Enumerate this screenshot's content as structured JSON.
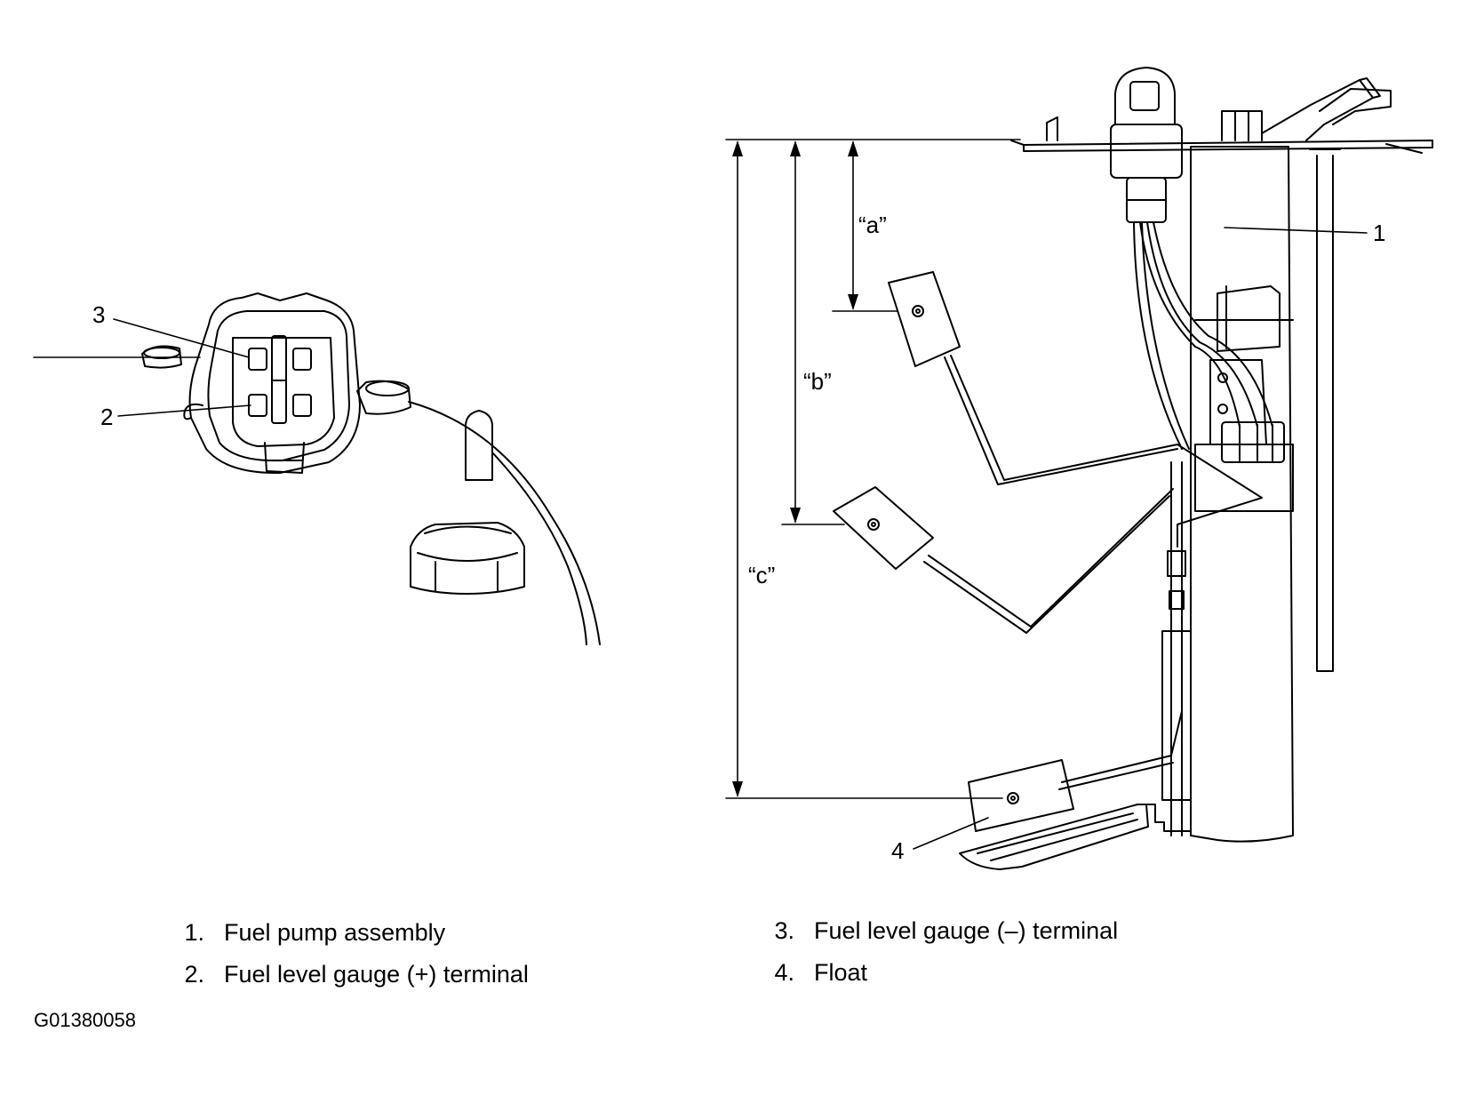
{
  "callouts": {
    "c1": "1",
    "c2": "2",
    "c3": "3",
    "c4": "4"
  },
  "dimensions": {
    "a": "“a”",
    "b": "“b”",
    "c": "“c”"
  },
  "legend": [
    {
      "num": "1.",
      "label": "Fuel pump assembly"
    },
    {
      "num": "2.",
      "label": "Fuel level gauge (+) terminal"
    },
    {
      "num": "3.",
      "label": "Fuel level gauge (–) terminal"
    },
    {
      "num": "4.",
      "label": "Float"
    }
  ],
  "figure_id": "G01380058"
}
